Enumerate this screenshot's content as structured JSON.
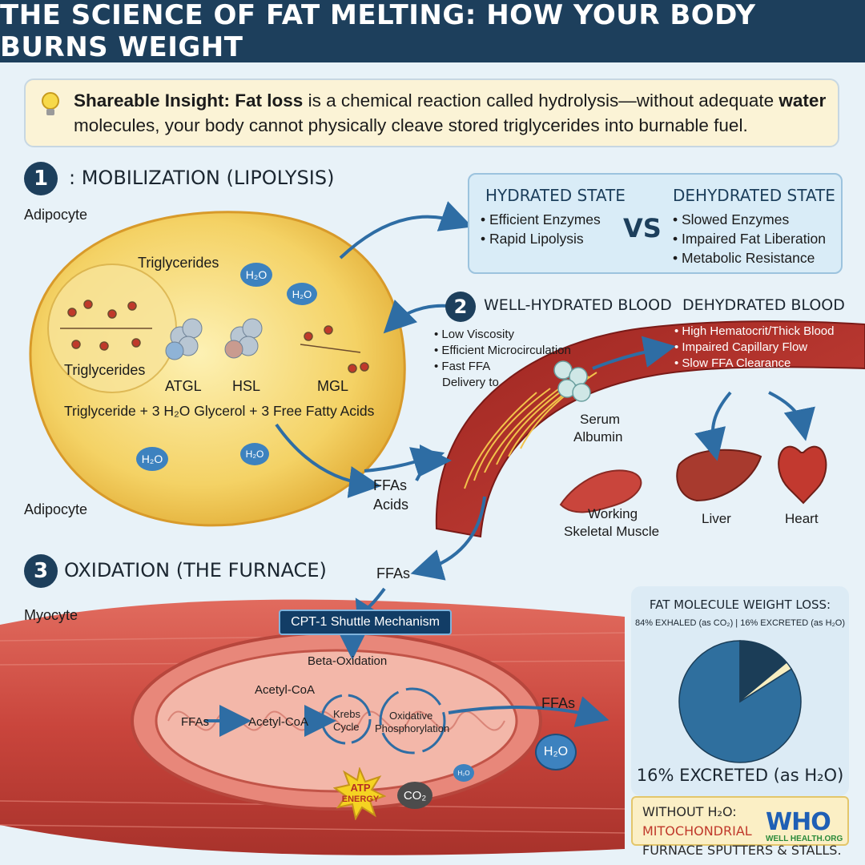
{
  "title": "THE SCIENCE OF FAT MELTING: HOW YOUR BODY BURNS WEIGHT",
  "insight": {
    "lead": "Shareable Insight: Fat loss",
    "text1": "is a chemical reaction called hydrolysis—without adequate",
    "bold2": "water",
    "text2": "molecules, your body cannot physically cleave stored triglycerides into burnable fuel."
  },
  "section1": {
    "number": "1",
    "title": ": MOBILIZATION (LIPOLYSIS)",
    "adipocyte_top": "Adipocyte",
    "adipocyte_bottom": "Adipocyte",
    "triglycerides_top": "Triglycerides",
    "triglycerides_left": "Triglycerides",
    "enzymes": [
      "ATGL",
      "HSL",
      "MGL"
    ],
    "equation": "Triglyceride + 3 H₂O  Glycerol + 3 Free Fatty Acids",
    "water": "H₂O",
    "ffas_label": "FFAs",
    "acids_label": "Acids"
  },
  "comparison": {
    "hydrated_title": "HYDRATED STATE",
    "hydrated_items": [
      "• Efficient Enzymes",
      "• Rapid Lipolysis"
    ],
    "vs": "VS",
    "dehydrated_title": "DEHYDRATED STATE",
    "dehydrated_items": [
      "• Slowed Enzymes",
      "• Impaired Fat Liberation",
      "• Metabolic Resistance"
    ]
  },
  "section2": {
    "number": "2",
    "title": "WELL-HYDRATED BLOOD",
    "hydrated_items": [
      "• Low Viscosity",
      "• Efficient Microcirculation",
      "• Fast FFA",
      "Delivery to"
    ],
    "dehydrated_title": "DEHYDRATED BLOOD",
    "dehydrated_items": [
      "• High Hematocrit/Thick Blood",
      "• Impaired Capillary Flow",
      "• Slow FFA Clearance"
    ],
    "albumin": [
      "Serum",
      "Albumin"
    ],
    "muscle": [
      "Working",
      "Skeletal Muscle"
    ],
    "liver": "Liver",
    "heart": "Heart"
  },
  "section3": {
    "number": "3",
    "title": "OXIDATION (THE FURNACE)",
    "myocyte": "Myocyte",
    "ffas_in": "FFAs",
    "cpt": "CPT-1 Shuttle Mechanism",
    "beta": "Beta-Oxidation",
    "acetyl_top": "Acetyl-CoA",
    "ffas_left": "FFAs",
    "acetyl_mid": "Acetyl-CoA",
    "krebs": [
      "Krebs",
      "Cycle"
    ],
    "oxphos": [
      "Oxidative",
      "Phosphorylation"
    ],
    "ffas_out": "FFAs",
    "h2o": "H₂O",
    "co2": "CO₂",
    "h2o_small": "H₂O",
    "atp": [
      "ATP",
      "ENERGY"
    ]
  },
  "fat_loss": {
    "title": "FAT MOLECULE WEIGHT LOSS:",
    "subtitle": "84% EXHALED (as CO₂) | 16% EXCRETED (as H₂O)",
    "bottom_label": "16% EXCRETED (as H₂O)"
  },
  "chart_data": {
    "type": "pie",
    "title": "FAT MOLECULE WEIGHT LOSS:",
    "slices": [
      {
        "label": "EXHALED (as CO₂)",
        "value": 84
      },
      {
        "label": "EXCRETED (as H₂O)",
        "value": 16
      }
    ],
    "colors": [
      "#2f6f9e",
      "#f7eec0"
    ],
    "accent_slice_color": "#1b3d57"
  },
  "warning": {
    "lead": "WITHOUT H₂O:",
    "rest1": "MITOCHONDRIAL",
    "line2": "FURNACE SPUTTERS & STALLS."
  },
  "watermark": {
    "logo": "WHO",
    "text": "WELL HEALTH.ORG"
  },
  "colors": {
    "header": "#1d3f5c",
    "insight_bg": "#fbf3d6",
    "muscle": "#c9453c",
    "adipocyte": "#f6d66a",
    "arrow": "#2e6da4"
  }
}
